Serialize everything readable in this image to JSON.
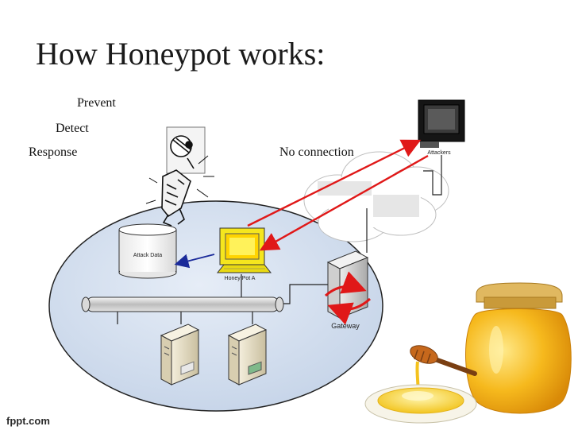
{
  "slide": {
    "title": "How Honeypot works:",
    "bullets": [
      "Prevent",
      "Detect",
      "Response"
    ],
    "annotation": "No connection",
    "brand": "fppt.com"
  },
  "diagram": {
    "attack_data_label": "Attack Data",
    "honeypot_label": "Honey Pot A",
    "gateway_label": "Gateway",
    "attackers_label": "Attackers",
    "colors": {
      "network_fill": "#d2dded",
      "arrow_red": "#e01818",
      "arrow_blue": "#1a2a9a",
      "honeypot_yellow": "#f5e61e",
      "honey_gold": "#f3b81a"
    }
  }
}
